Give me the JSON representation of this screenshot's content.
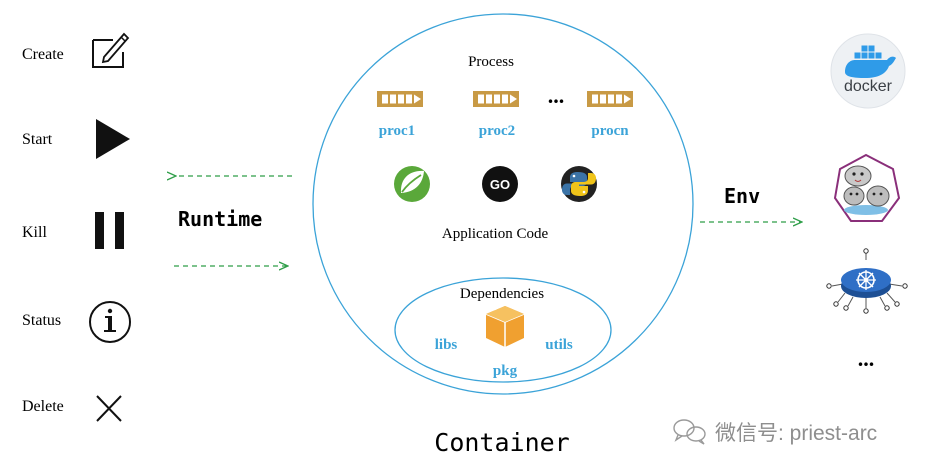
{
  "colors": {
    "accent_blue": "#3ba3d8",
    "flow_green": "#2e9e48",
    "proc_gold": "#c89a45",
    "pkg_orange": "#f0a030",
    "spring_green": "#5aa83a",
    "k8s_blue": "#2f6fc6"
  },
  "actions": [
    {
      "label": "Create",
      "icon": "edit-icon"
    },
    {
      "label": "Start",
      "icon": "play-icon"
    },
    {
      "label": "Kill",
      "icon": "pause-icon"
    },
    {
      "label": "Status",
      "icon": "info-icon"
    },
    {
      "label": "Delete",
      "icon": "close-icon"
    }
  ],
  "runtime": {
    "label": "Runtime"
  },
  "container": {
    "title": "Container",
    "process": {
      "title": "Process",
      "procs": [
        "proc1",
        "proc2",
        "procn"
      ],
      "ellipsis": "..."
    },
    "app": {
      "title": "Application Code",
      "logos": [
        "spring-icon",
        "go-icon",
        "python-icon"
      ],
      "go_text": "GO"
    },
    "deps": {
      "title": "Dependencies",
      "left": "libs",
      "right": "utils",
      "bottom": "pkg"
    }
  },
  "env": {
    "label": "Env",
    "items": [
      "docker-icon",
      "podman-icon",
      "kubernetes-icon"
    ],
    "docker_text": "docker",
    "ellipsis": "..."
  },
  "watermark": "微信号: priest-arc"
}
